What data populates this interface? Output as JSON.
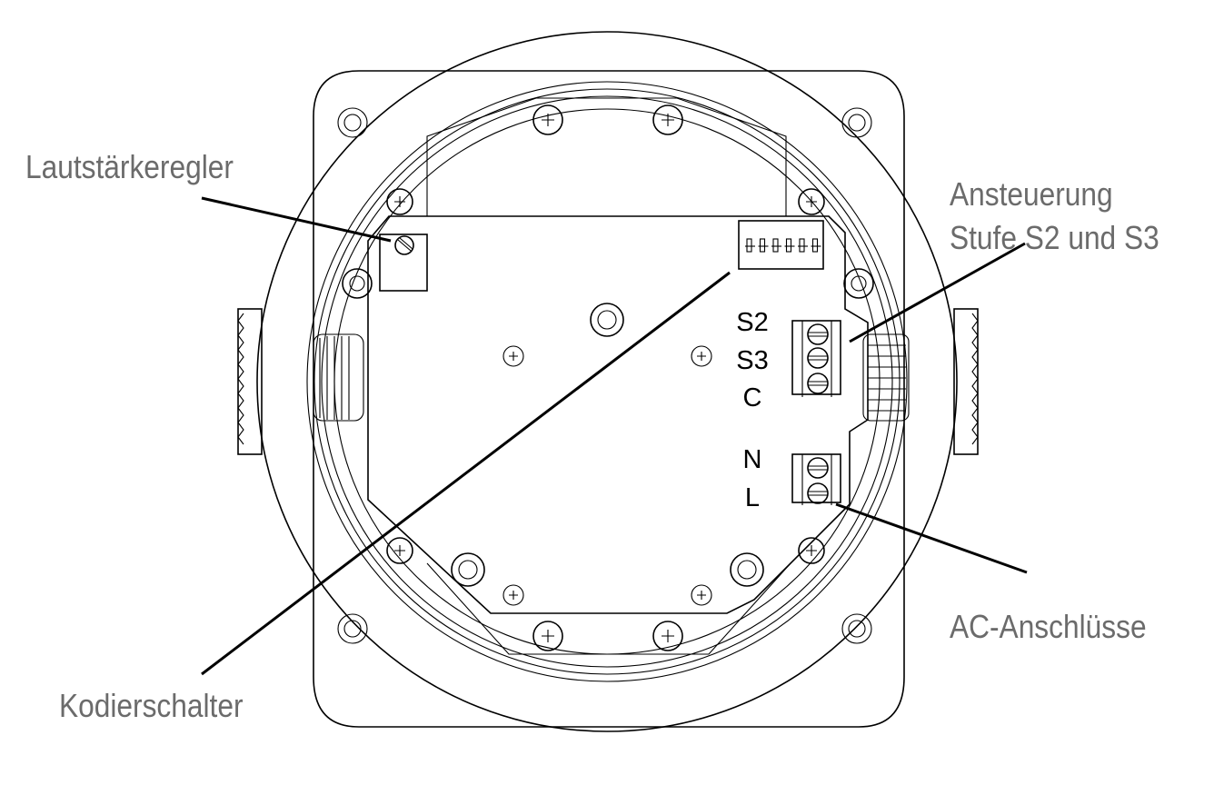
{
  "callouts": {
    "volume": "Lautstärkeregler",
    "control_line1": "Ansteuerung",
    "control_line2": "Stufe S2 und S3",
    "ac": "AC-Anschlüsse",
    "coding": "Kodierschalter"
  },
  "terminals": {
    "control": [
      "S2",
      "S3",
      "C"
    ],
    "power": [
      "N",
      "L"
    ]
  },
  "dip_switch_count": 6
}
